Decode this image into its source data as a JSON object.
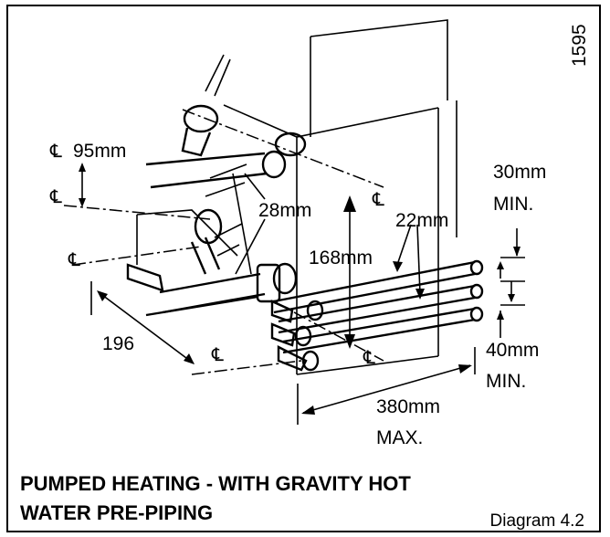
{
  "drawing_number": "1595",
  "labels": {
    "d95": "95mm",
    "d28": "28mm",
    "d22": "22mm",
    "d168": "168mm",
    "d30": "30mm",
    "min1": "MIN.",
    "d196": "196",
    "d40": "40mm",
    "min2": "MIN.",
    "d380": "380mm",
    "max": "MAX.",
    "centerline": "℄"
  },
  "title_line1": "PUMPED HEATING - WITH GRAVITY HOT",
  "title_line2": "WATER PRE-PIPING",
  "diagram_number": "Diagram 4.2"
}
